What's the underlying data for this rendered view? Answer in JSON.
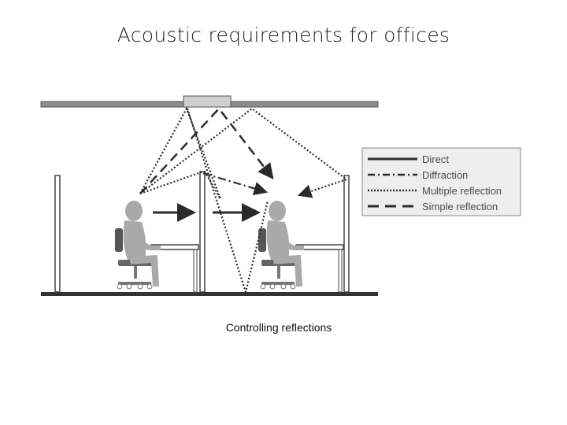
{
  "slide": {
    "title": "Acoustic requirements for offices",
    "caption": "Controlling reflections"
  },
  "legend": {
    "items": [
      {
        "label": "Direct",
        "style": "solid"
      },
      {
        "label": "Diffraction",
        "style": "dash-dot"
      },
      {
        "label": "Multiple reflection",
        "style": "dotted"
      },
      {
        "label": "Simple reflection",
        "style": "dashed"
      }
    ]
  },
  "colors": {
    "line": "#2a2a2a",
    "figure": "#a9a9a9",
    "ceiling": "#8c8c8c",
    "legend_bg": "#eeeeee"
  }
}
